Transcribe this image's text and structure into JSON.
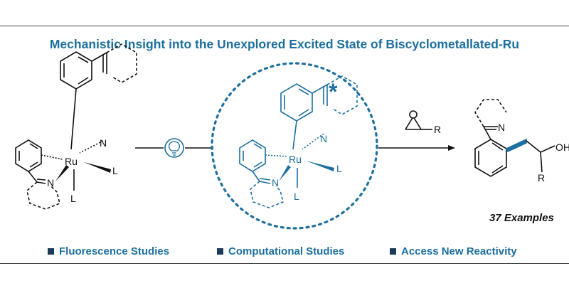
{
  "title": "Mechanistic Insight into the Unexplored Excited State of Biscyclometallated-Ru",
  "complex_left": {
    "metal": "Ru",
    "imine_n_top": "N",
    "imine_n_bottom": "N",
    "ligand_1": "L",
    "ligand_2": "L"
  },
  "complex_center": {
    "metal": "Ru",
    "imine_n_top": "N",
    "imine_n_bottom": "N",
    "ligand_1": "L",
    "ligand_2": "L",
    "excited_marker": "*"
  },
  "light_icon": "lightbulb-icon",
  "reagent": {
    "substituent": "R"
  },
  "product": {
    "imine_n": "N",
    "hydroxyl": "OH",
    "substituent": "R"
  },
  "examples_label": "37 Examples",
  "bullets": [
    {
      "label": "Fluorescence Studies"
    },
    {
      "label": "Computational Studies"
    },
    {
      "label": "Access New Reactivity"
    }
  ],
  "colors": {
    "accent": "#1c6f9e",
    "bullet_square": "#1a3a5c",
    "ink": "#111111"
  }
}
